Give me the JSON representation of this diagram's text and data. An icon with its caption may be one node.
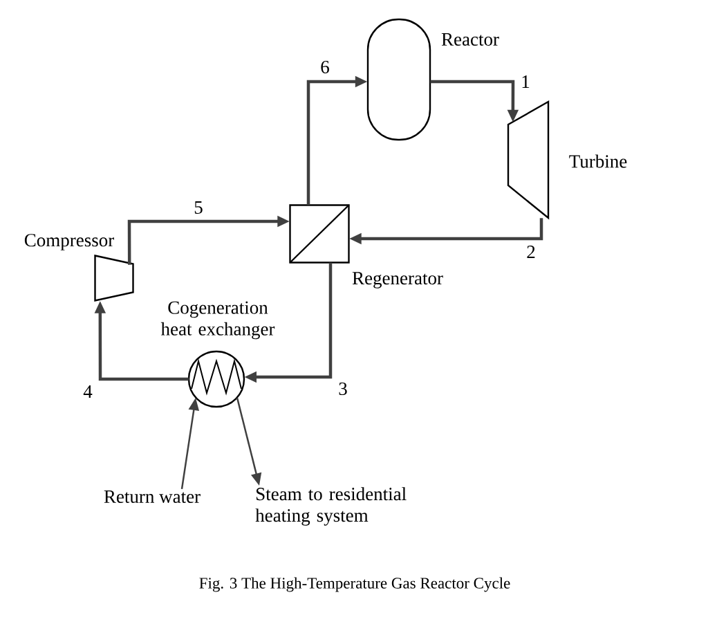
{
  "diagram": {
    "caption": "Fig. 3 The High-Temperature Gas Reactor Cycle",
    "nodes": [
      {
        "text": [
          "Reactor"
        ]
      },
      {
        "text": [
          "Turbine"
        ]
      },
      {
        "text": [
          "Regenerator"
        ]
      },
      {
        "text": [
          "Compressor"
        ]
      },
      {
        "text": [
          "Cogeneration heat exchanger"
        ]
      },
      {
        "text": [
          "Return water"
        ]
      },
      {
        "text": [
          "Steam to residential heating system"
        ]
      }
    ],
    "edges": [
      {
        "from": 0,
        "to": 1,
        "arrow": "to",
        "label": "1"
      },
      {
        "from": 1,
        "to": 2,
        "arrow": "to",
        "label": "2"
      },
      {
        "from": 2,
        "to": 4,
        "arrow": "to",
        "label": "3"
      },
      {
        "from": 4,
        "to": 3,
        "arrow": "to",
        "label": "4"
      },
      {
        "from": 3,
        "to": 2,
        "arrow": "to",
        "label": "5"
      },
      {
        "from": 2,
        "to": 0,
        "arrow": "to",
        "label": "6"
      },
      {
        "from": 5,
        "to": 4,
        "arrow": "to"
      },
      {
        "from": 4,
        "to": 6,
        "arrow": "to"
      }
    ]
  }
}
